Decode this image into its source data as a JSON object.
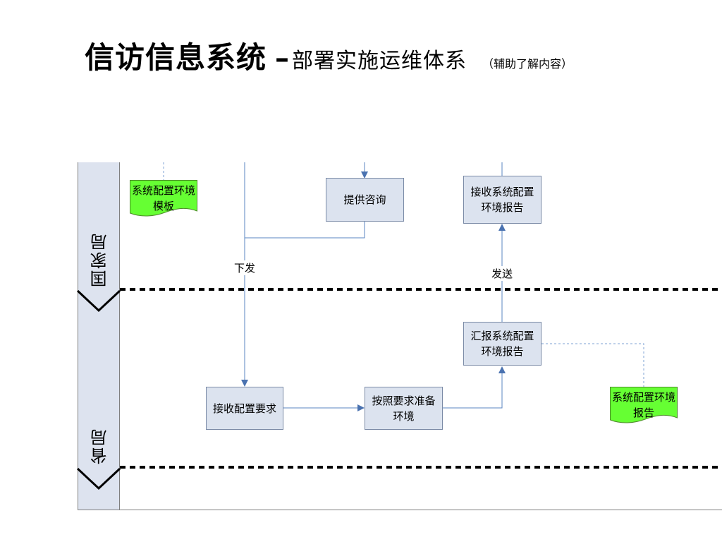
{
  "title": {
    "main": "信访信息系统",
    "dash": "–",
    "sub": "部署实施运维体系",
    "note": "（辅助了解内容）"
  },
  "lanes": {
    "national": "国家局",
    "province": "省局"
  },
  "boxes": {
    "consult": "提供咨询",
    "receive_report": "接收系统配置环境报告",
    "summarize_report": "汇报系统配置环境报告",
    "receive_config": "接收配置要求",
    "prepare_env": "按照要求准备环境"
  },
  "documents": {
    "template": "系统配置环境模板",
    "report": "系统配置环境报告"
  },
  "connector_labels": {
    "issue": "下发",
    "send": "发送"
  },
  "colors": {
    "document_fill": "#66ff33",
    "process_fill": "#dce3ef",
    "lane_fill": "#dde3ef",
    "connector": "#5a84c2"
  }
}
